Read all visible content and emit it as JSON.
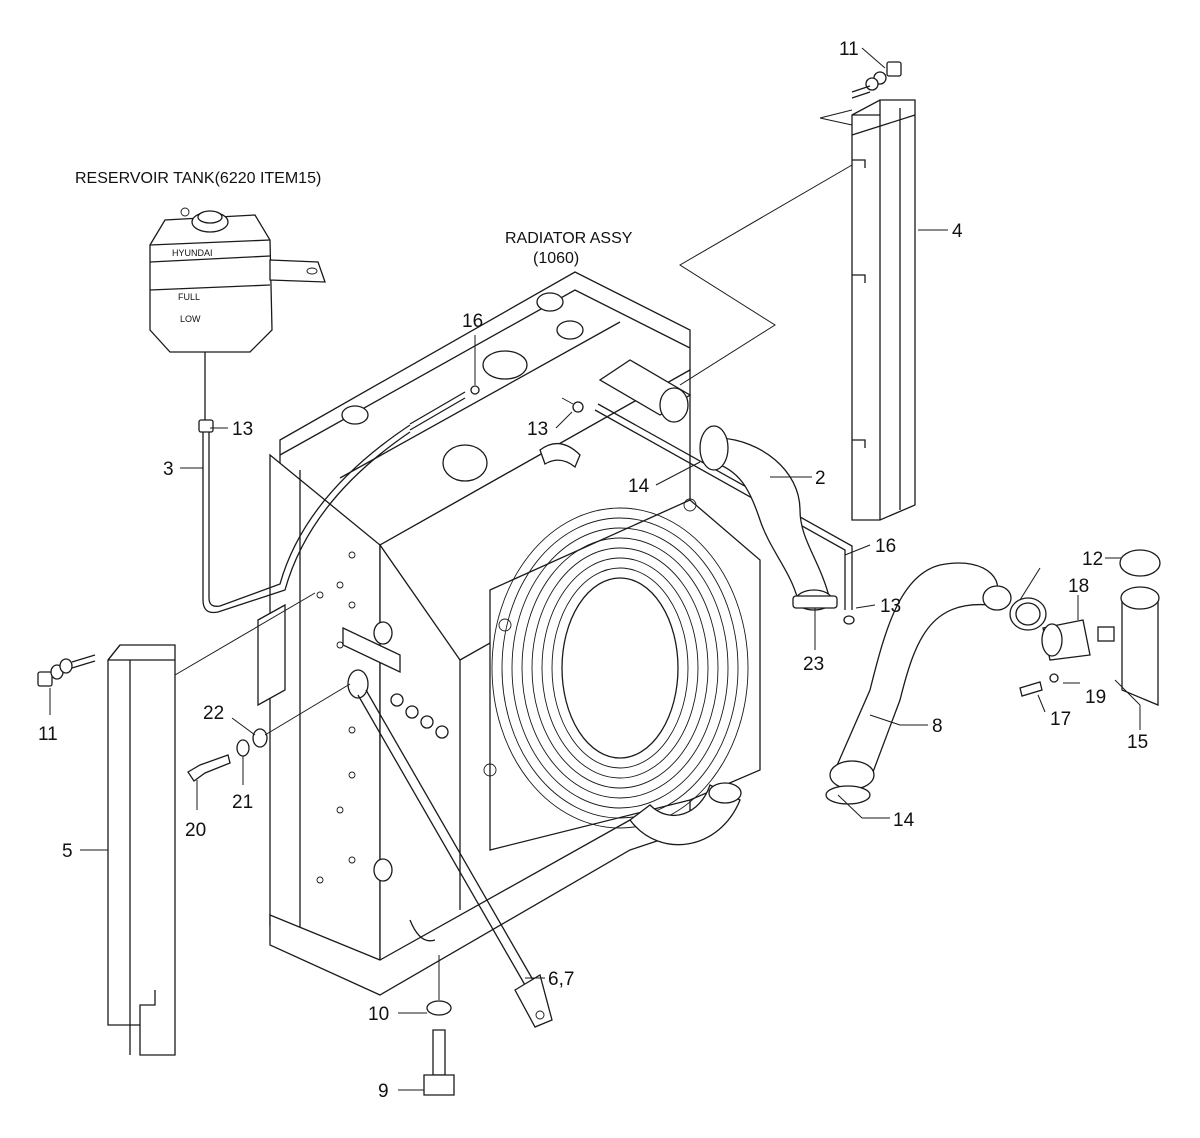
{
  "titles": {
    "reservoir": "RESERVOIR TANK(6220 ITEM15)",
    "radiator_line1": "RADIATOR ASSY",
    "radiator_line2": "(1060)"
  },
  "tank_markings": {
    "brand": "HYUNDAI",
    "full": "FULL",
    "low": "LOW"
  },
  "callouts": {
    "c2": "2",
    "c3": "3",
    "c4": "4",
    "c5": "5",
    "c67": "6,7",
    "c8": "8",
    "c9": "9",
    "c10": "10",
    "c11_top": "11",
    "c11_left": "11",
    "c12": "12",
    "c13_tank": "13",
    "c13_top": "13",
    "c13_right": "13",
    "c14_top": "14",
    "c14_bottom": "14",
    "c15": "15",
    "c16_top": "16",
    "c16_right": "16",
    "c17": "17",
    "c18": "18",
    "c19": "19",
    "c20": "20",
    "c21": "21",
    "c22": "22",
    "c23": "23"
  }
}
